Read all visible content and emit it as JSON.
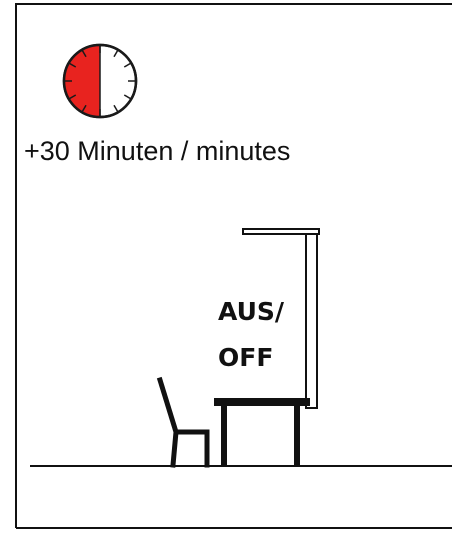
{
  "timer": {
    "elapsed_fraction": 0.5,
    "ticks": 12,
    "colors": {
      "fill": "#e8231f",
      "outline": "#1a1a1a"
    }
  },
  "caption": "+30 Minuten / minutes",
  "state_label": {
    "line1": "AUS/",
    "line2": "OFF"
  },
  "scene": {
    "objects": [
      "chair",
      "desk",
      "floor-lamp",
      "floor"
    ]
  }
}
